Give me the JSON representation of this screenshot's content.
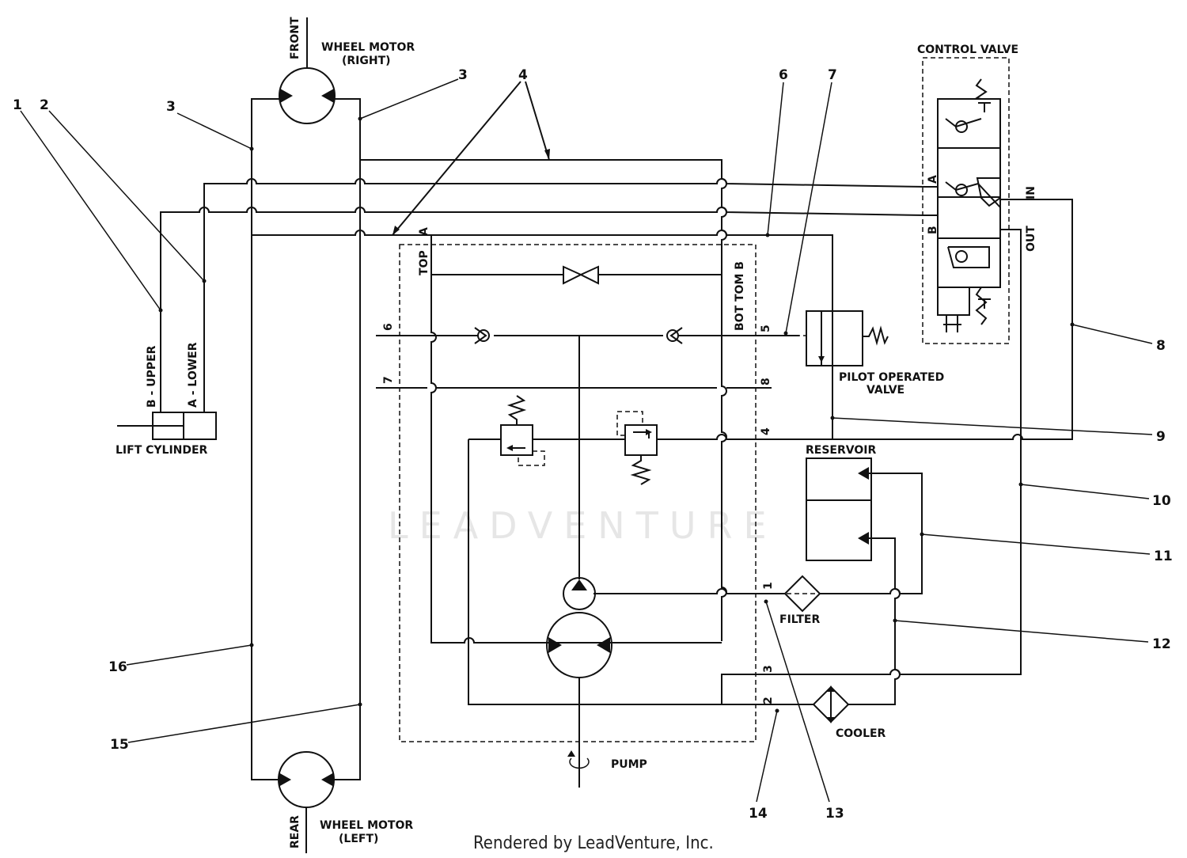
{
  "labels": {
    "front": "FRONT",
    "wheel_motor_right_1": "WHEEL MOTOR",
    "wheel_motor_right_2": "(RIGHT)",
    "rear": "REAR",
    "wheel_motor_left_1": "WHEEL MOTOR",
    "wheel_motor_left_2": "(LEFT)",
    "control_valve": "CONTROL VALVE",
    "pilot_valve_1": "PILOT OPERATED",
    "pilot_valve_2": "VALVE",
    "reservoir": "RESERVOIR",
    "filter": "FILTER",
    "cooler": "COOLER",
    "pump": "PUMP",
    "lift_cylinder": "LIFT CYLINDER",
    "b_upper": "B - UPPER",
    "a_lower": "A - LOWER",
    "top": "TOP",
    "bottom_b": "BOT TOM B",
    "port_a": "A",
    "cv_a": "A",
    "cv_b": "B",
    "cv_in": "IN",
    "cv_out": "OUT",
    "p6": "6",
    "p7": "7",
    "p5": "5",
    "p8": "8",
    "p4": "4",
    "p1": "1",
    "p3": "3",
    "p2": "2"
  },
  "callouts": [
    "1",
    "2",
    "3",
    "3",
    "4",
    "6",
    "7",
    "8",
    "9",
    "10",
    "11",
    "12",
    "13",
    "14",
    "15",
    "16"
  ],
  "footer": "Rendered by LeadVenture, Inc.",
  "watermark": "LEADVENTURE"
}
